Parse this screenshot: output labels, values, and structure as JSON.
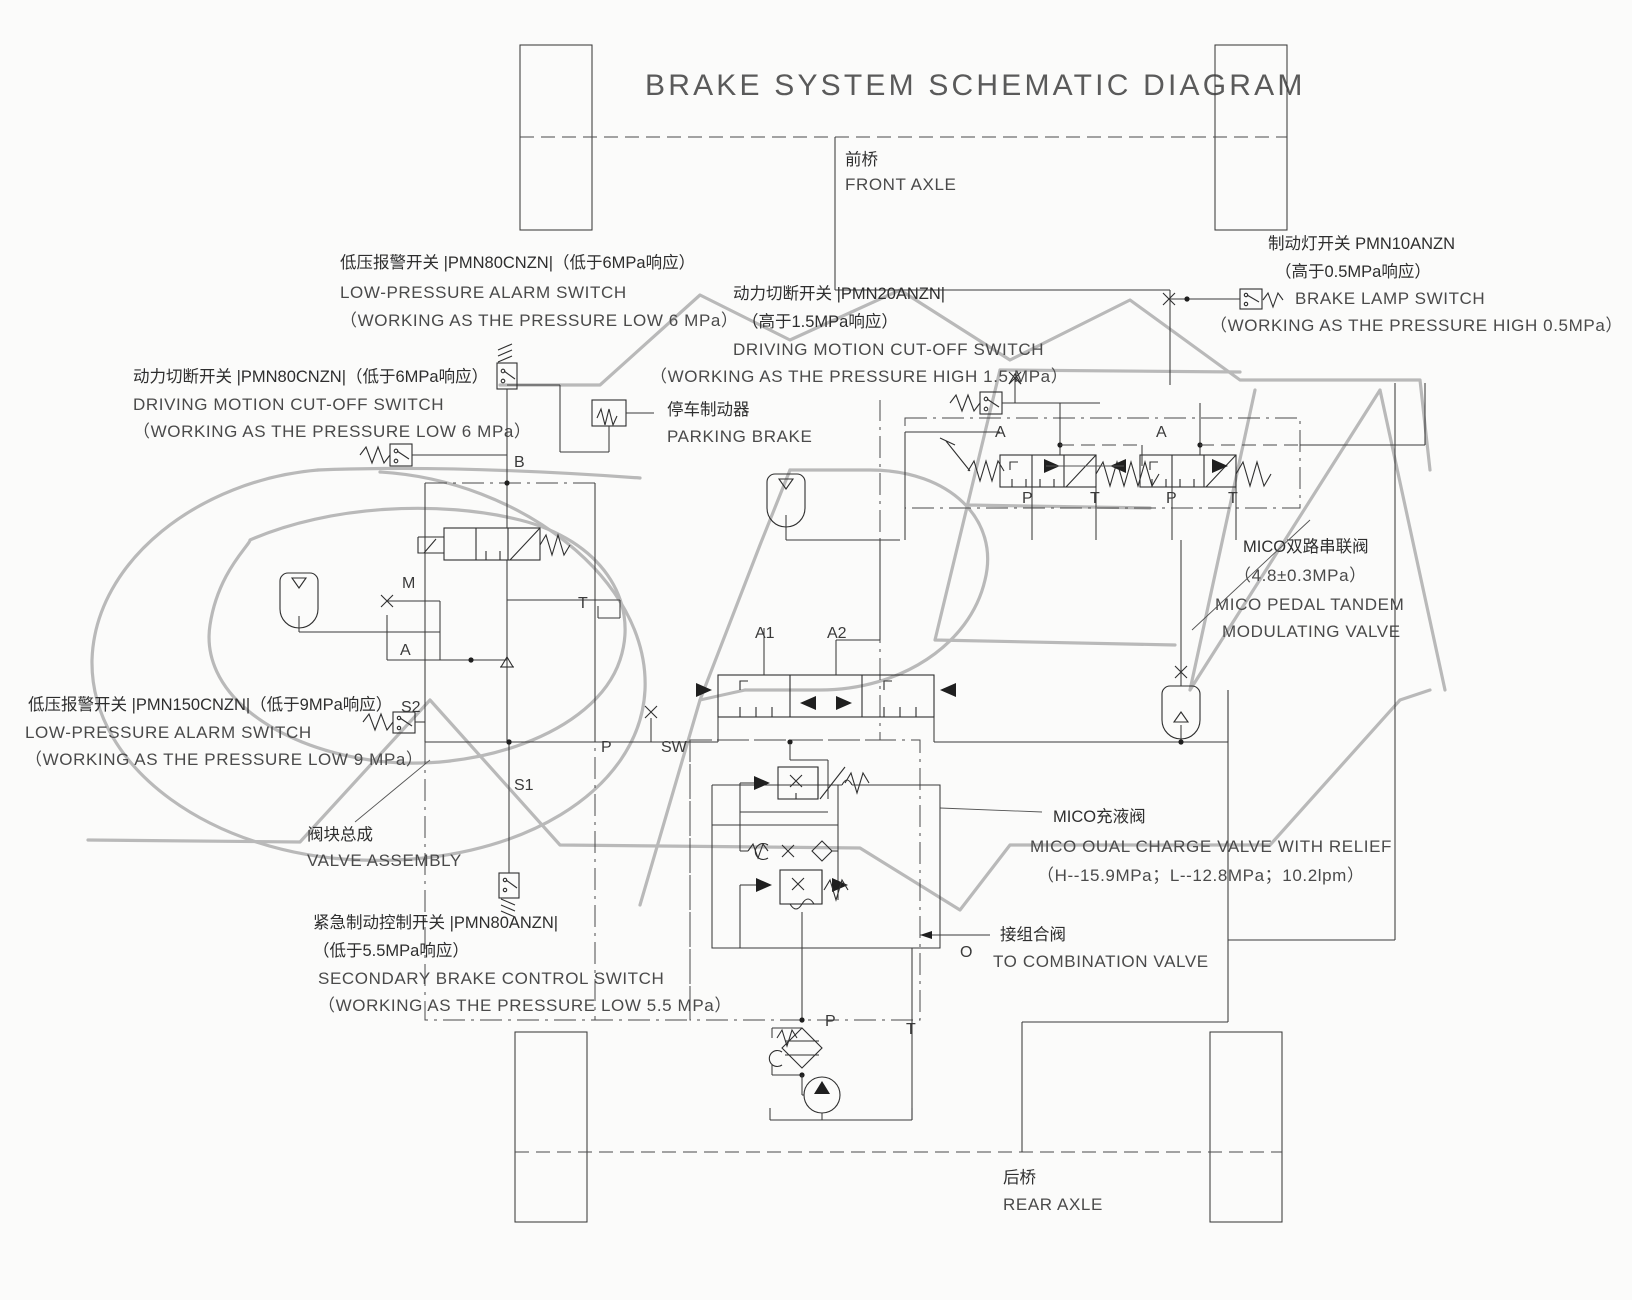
{
  "title": "BRAKE SYSTEM SCHEMATIC DIAGRAM",
  "axles": {
    "front_cn": "前桥",
    "front_en": "FRONT AXLE",
    "rear_cn": "后桥",
    "rear_en": "REAR AXLE"
  },
  "labels": {
    "low_pressure_alarm_6mpa": {
      "cn": "低压报警开关 |PMN80CNZN|（低于6MPa响应）",
      "en1": "LOW-PRESSURE ALARM SWITCH",
      "en2": "（WORKING AS THE PRESSURE LOW 6 MPa）"
    },
    "driving_cutoff_6mpa": {
      "cn": "动力切断开关 |PMN80CNZN|（低于6MPa响应）",
      "en1": "DRIVING MOTION CUT-OFF SWITCH",
      "en2": "（WORKING AS THE PRESSURE LOW 6 MPa）"
    },
    "driving_cutoff_15mpa": {
      "cn1": "动力切断开关 |PMN20ANZN|",
      "cn2": "（高于1.5MPa响应）",
      "en1": "DRIVING MOTION CUT-OFF SWITCH",
      "en2": "（WORKING AS THE PRESSURE HIGH 1.5 MPa）"
    },
    "brake_lamp_switch": {
      "cn1": "制动灯开关 PMN10ANZN",
      "cn2": "（高于0.5MPa响应）",
      "en1": "BRAKE LAMP SWITCH",
      "en2": "（WORKING AS THE PRESSURE HIGH 0.5MPa）"
    },
    "parking_brake": {
      "cn": "停车制动器",
      "en": "PARKING BRAKE"
    },
    "mico_tandem": {
      "cn": "MICO双路串联阀",
      "spec": "（4.8±0.3MPa）",
      "en1": "MICO PEDAL TANDEM",
      "en2": "MODULATING VALVE"
    },
    "low_pressure_alarm_9mpa": {
      "cn": "低压报警开关 |PMN150CNZN|（低于9MPa响应）",
      "en1": "LOW-PRESSURE ALARM SWITCH",
      "en2": "（WORKING AS THE PRESSURE LOW 9 MPa）"
    },
    "valve_assembly": {
      "cn": "阀块总成",
      "en": "VALVE ASSEMBLY"
    },
    "secondary_brake_switch": {
      "cn1": "紧急制动控制开关 |PMN80ANZN|",
      "cn2": "（低于5.5MPa响应）",
      "en1": "SECONDARY  BRAKE CONTROL SWITCH",
      "en2": "（WORKING AS THE PRESSURE LOW 5.5 MPa）"
    },
    "mico_charge_valve": {
      "cn": "MICO充液阀",
      "en": "MICO OUAL CHARGE VALVE WITH RELIEF",
      "spec": "（H--15.9MPa；L--12.8MPa；10.2lpm）"
    },
    "combination_valve": {
      "cn": "接组合阀",
      "en": "TO COMBINATION VALVE"
    }
  },
  "ports": {
    "b": "B",
    "m": "M",
    "a": "A",
    "t": "T",
    "p": "P",
    "s1": "S1",
    "s2": "S2",
    "sw": "SW",
    "a1": "A1",
    "a2": "A2",
    "o": "O",
    "tandem_a_left": "A",
    "tandem_a_right": "A",
    "tandem_p_left": "P",
    "tandem_p_right": "P",
    "tandem_t_left": "T",
    "tandem_t_right": "T",
    "pump_p": "P",
    "pump_t": "T"
  },
  "watermark": "OPEN",
  "colors": {
    "line": "#3a3a3a",
    "text": "#3b3b3b",
    "title": "#5a5a5a",
    "watermark": "#b9b9b9",
    "background": "#fbfbfa"
  }
}
